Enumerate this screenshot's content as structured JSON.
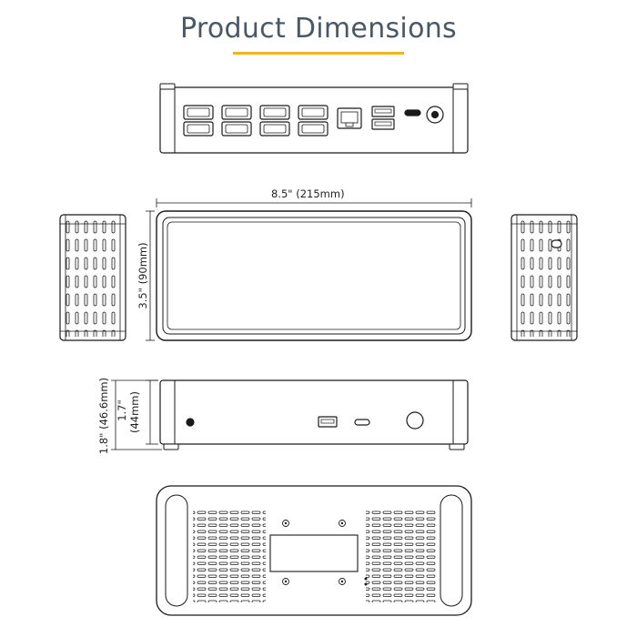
{
  "title": "Product Dimensions",
  "colors": {
    "accent": "#f2b516",
    "title": "#4a5866",
    "line": "#1a1a1a",
    "fill": "#ffffff"
  },
  "dimensions": {
    "length": "8.5\" (215mm)",
    "width": "3.5\" (90mm)",
    "height_with_feet": "1.8\" (46.6mm)",
    "height_body_line1": "1.7\"",
    "height_body_line2": "(44mm)"
  }
}
